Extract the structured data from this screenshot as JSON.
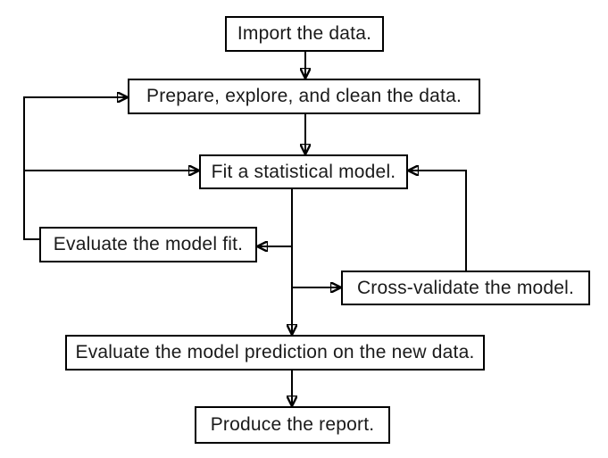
{
  "diagram": {
    "type": "flowchart",
    "nodes": {
      "import": {
        "label": "Import the data."
      },
      "prepare": {
        "label": "Prepare, explore, and clean the data."
      },
      "fit": {
        "label": "Fit a statistical model."
      },
      "evaluate_fit": {
        "label": "Evaluate the model fit."
      },
      "cross_validate": {
        "label": "Cross-validate the model."
      },
      "evaluate_prediction": {
        "label": "Evaluate the model prediction on the new data."
      },
      "report": {
        "label": "Produce the report."
      }
    },
    "edges": [
      {
        "from": "import",
        "to": "prepare"
      },
      {
        "from": "prepare",
        "to": "fit"
      },
      {
        "from": "evaluate_fit",
        "to": "prepare",
        "kind": "feedback"
      },
      {
        "from": "evaluate_fit",
        "to": "fit",
        "kind": "feedback"
      },
      {
        "from": "fit",
        "to": "evaluate_fit"
      },
      {
        "from": "fit",
        "to": "cross_validate"
      },
      {
        "from": "cross_validate",
        "to": "fit",
        "kind": "feedback"
      },
      {
        "from": "fit",
        "to": "evaluate_prediction"
      },
      {
        "from": "evaluate_prediction",
        "to": "report"
      }
    ],
    "colors": {
      "line": "#000000",
      "text": "#1a1a1a",
      "background": "#ffffff",
      "box_border": "#000000"
    }
  }
}
